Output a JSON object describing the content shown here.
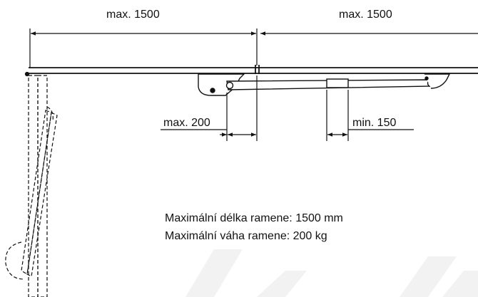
{
  "dimensions": {
    "left_width": "max. 1500",
    "right_width": "max. 1500",
    "overhang": "max. 200",
    "clearance": "min. 150"
  },
  "notes": {
    "line1": "Maximální délka ramene: 1500 mm",
    "line2": "Maximální váha ramene: 200 kg"
  },
  "colors": {
    "ink": "#111111",
    "watermark": "#f2f2f2"
  }
}
